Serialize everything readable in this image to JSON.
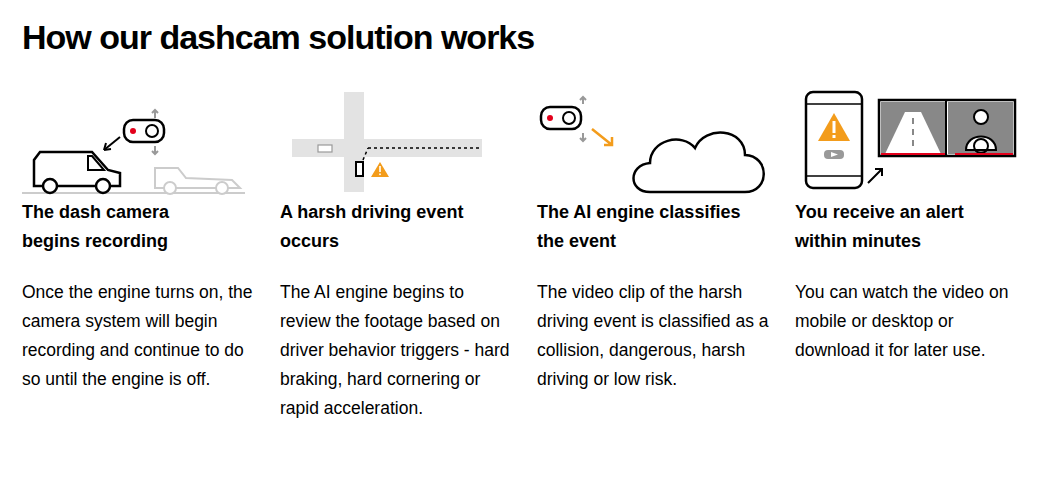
{
  "diagram": {
    "title": "How our dashcam solution works",
    "labels": [
      "The dash camera begins recording",
      "Once the engine turns on, the camera system will begin recording and continue to do so until the engine is off.",
      "A harsh driving event occurs",
      "The AI engine begins to review the footage based on driver behavior triggers - hard braking, hard cornering or rapid acceleration.",
      "The AI engine classifies the event",
      "The video clip of the harsh driving event is classified as a collision, dangerous, harsh driving or low risk.",
      "You receive an alert within minutes",
      "You can watch the video on mobile or desktop or download it for later use."
    ]
  }
}
